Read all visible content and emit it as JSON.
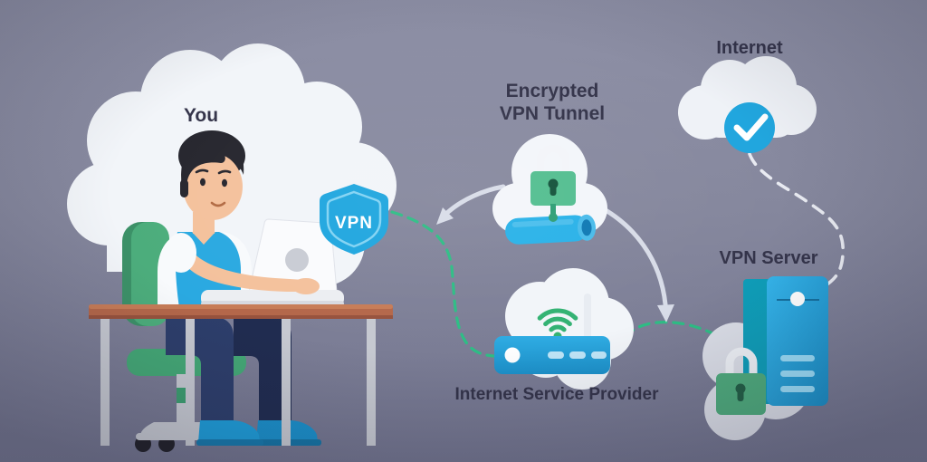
{
  "scene": {
    "title": "How a VPN works (illustration)",
    "background": {
      "top": "#8E90A6",
      "bottom": "#73758F"
    },
    "labels": {
      "you": "You",
      "encrypted_tunnel_line1": "Encrypted",
      "encrypted_tunnel_line2": "VPN Tunnel",
      "internet": "Internet",
      "vpn_server": "VPN Server",
      "isp": "Internet Service Provider",
      "vpn_badge": "VPN"
    },
    "colors": {
      "accent_blue": "#29ABE2",
      "lock_green": "#53BE90",
      "wifi_green": "#33B273",
      "dash_green": "#2EBD85",
      "arrow_gray": "#D8DCE8",
      "dash_white": "#E9EBF2",
      "text_dark": "#34344A",
      "cloud_white": "#F2F5F9",
      "server_teal": "#0F9DB8",
      "desk_brown": "#B4674A",
      "chair_green": "#4CAD7C",
      "skin": "#F4C19C",
      "hair": "#26262E",
      "pants_navy": "#2D3E6B"
    },
    "icons": {
      "shield": "shield-icon",
      "padlock": "padlock-icon",
      "tunnel_pipe": "pipe-icon",
      "wifi": "wifi-icon",
      "check": "check-icon",
      "cloud": "cloud-icon",
      "router": "router-icon",
      "server": "server-icon",
      "laptop": "laptop-icon"
    },
    "connections": [
      {
        "from": "vpn-shield",
        "to": "isp-router",
        "style": "green-dashed"
      },
      {
        "from": "isp-router",
        "to": "vpn-server",
        "style": "green-dashed"
      },
      {
        "from": "encrypted-tunnel",
        "to": "you",
        "style": "gray-arrow"
      },
      {
        "from": "encrypted-tunnel",
        "to": "isp-to-server-link",
        "style": "gray-arrow"
      },
      {
        "from": "internet",
        "to": "vpn-server",
        "style": "white-dashed"
      }
    ]
  }
}
